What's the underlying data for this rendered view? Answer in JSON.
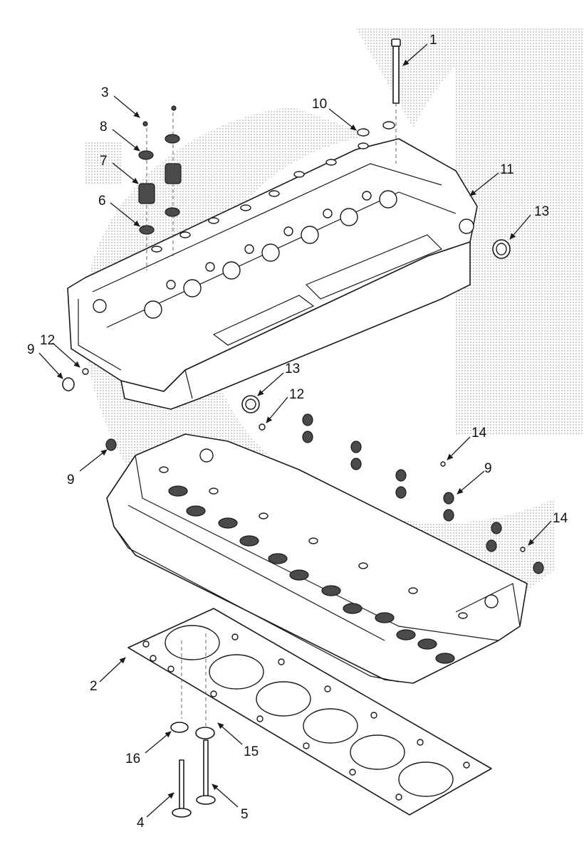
{
  "diagram": {
    "callouts": [
      {
        "id": "c1",
        "label": "1"
      },
      {
        "id": "c3",
        "label": "3"
      },
      {
        "id": "c8",
        "label": "8"
      },
      {
        "id": "c7",
        "label": "7"
      },
      {
        "id": "c6",
        "label": "6"
      },
      {
        "id": "c10",
        "label": "10"
      },
      {
        "id": "c11",
        "label": "11"
      },
      {
        "id": "c13a",
        "label": "13"
      },
      {
        "id": "c9a",
        "label": "9"
      },
      {
        "id": "c12a",
        "label": "12"
      },
      {
        "id": "c13b",
        "label": "13"
      },
      {
        "id": "c12b",
        "label": "12"
      },
      {
        "id": "c9b",
        "label": "9"
      },
      {
        "id": "c14a",
        "label": "14"
      },
      {
        "id": "c9c",
        "label": "9"
      },
      {
        "id": "c14b",
        "label": "14"
      },
      {
        "id": "c2",
        "label": "2"
      },
      {
        "id": "c16",
        "label": "16"
      },
      {
        "id": "c15",
        "label": "15"
      },
      {
        "id": "c4",
        "label": "4"
      },
      {
        "id": "c5",
        "label": "5"
      }
    ],
    "colors": {
      "line": "#1a1a1a",
      "background": "#ffffff",
      "watermark": "#d8d8d8"
    }
  }
}
